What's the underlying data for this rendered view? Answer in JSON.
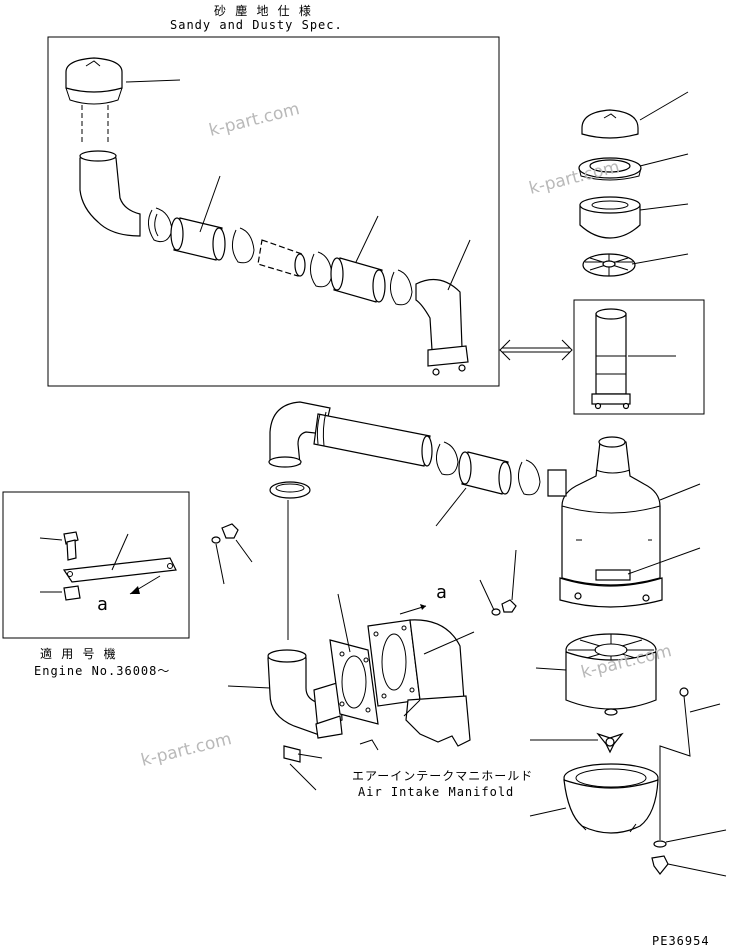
{
  "header": {
    "title_jp": "砂 塵 地 仕 様",
    "title_en": "Sandy and Dusty Spec."
  },
  "applicability": {
    "label_jp": "適 用 号 機",
    "engine_no": "Engine No.36008～"
  },
  "callouts": {
    "detail_a_top": "a",
    "detail_a_inset": "a"
  },
  "manifold": {
    "label_jp": "エアーインテークマニホールド",
    "label_en": "Air Intake Manifold"
  },
  "drawing_number": "PE36954",
  "watermarks": [
    "k-part.com",
    "k-part.com",
    "k-part.com",
    "k-part.com"
  ]
}
